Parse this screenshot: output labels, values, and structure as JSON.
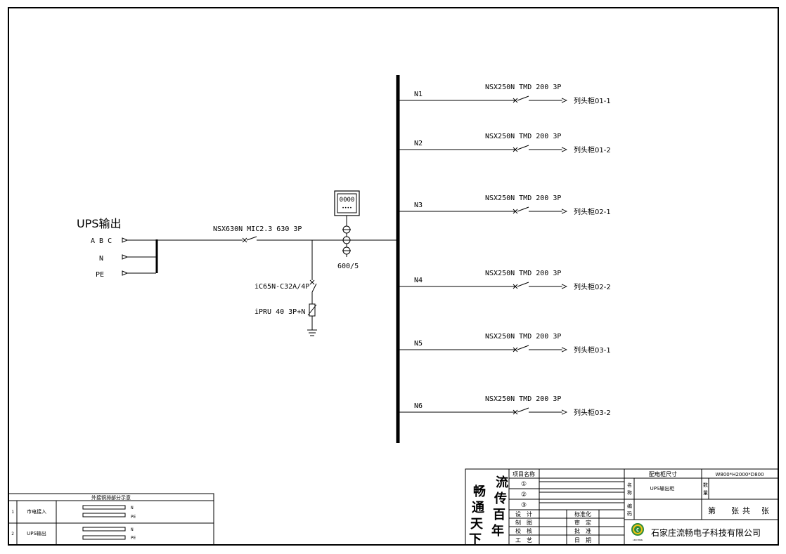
{
  "source": {
    "title": "UPS输出",
    "phase_abc": "A B C",
    "neutral": "N",
    "earth": "PE"
  },
  "main_breaker": {
    "label": "NSX630N MIC2.3 630 3P"
  },
  "current_transformer": {
    "ratio": "600/5"
  },
  "meter": {
    "display": "0000",
    "dots": "••••"
  },
  "surge_protection": {
    "breaker": "iC65N-C32A/4P",
    "arrester": "iPRU 40 3P+N"
  },
  "feeders": [
    {
      "id": "N1",
      "breaker": "NSX250N TMD 200 3P",
      "destination": "列头柜01-1"
    },
    {
      "id": "N2",
      "breaker": "NSX250N TMD 200 3P",
      "destination": "列头柜01-2"
    },
    {
      "id": "N3",
      "breaker": "NSX250N TMD 200 3P",
      "destination": "列头柜02-1"
    },
    {
      "id": "N4",
      "breaker": "NSX250N TMD 200 3P",
      "destination": "列头柜02-2"
    },
    {
      "id": "N5",
      "breaker": "NSX250N TMD 200 3P",
      "destination": "列头柜03-1"
    },
    {
      "id": "N6",
      "breaker": "NSX250N TMD 200 3P",
      "destination": "列头柜03-2"
    }
  ],
  "copper_legend": {
    "title": "外接铜排部分示意",
    "rows": [
      {
        "no": "1",
        "name": "市电接入",
        "bar1": "N",
        "bar2": "PE"
      },
      {
        "no": "2",
        "name": "UPS输出",
        "bar1": "N",
        "bar2": "PE"
      }
    ]
  },
  "title_block": {
    "motto": [
      "流",
      "传",
      "百",
      "年",
      "畅",
      "通",
      "天",
      "下"
    ],
    "project_label": "项目名称",
    "circled": [
      "①",
      "②",
      "③"
    ],
    "sign_rows": [
      {
        "left": "设　计",
        "right": "标准化"
      },
      {
        "left": "制　图",
        "right": "审　定"
      },
      {
        "left": "校　核",
        "right": "批　准"
      },
      {
        "left": "工　艺",
        "right": "日　期"
      }
    ],
    "cabinet_size_label": "配电柜尺寸",
    "cabinet_size_value": "W800*H2000*D800",
    "name_label": "名称",
    "name_value": "UPS输出柜",
    "qty_label": "数量",
    "code_label": "编码",
    "sheet_di": "第",
    "sheet_zhang": "张",
    "sheet_gong": "共",
    "sheet_zhang2": "张",
    "company": "石家庄流畅电子科技有限公司",
    "logo_small": "LIUCHANG"
  }
}
